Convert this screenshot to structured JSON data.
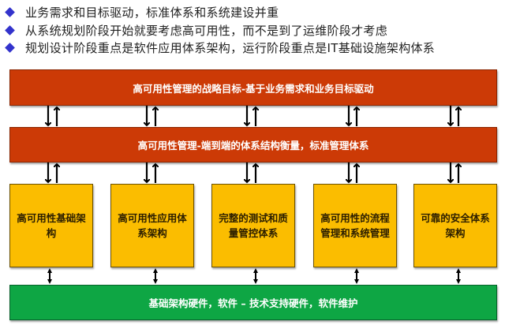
{
  "bullets": [
    {
      "icon": "diamond-bullet-icon",
      "text": "业务需求和目标驱动，标准体系和系统建设并重"
    },
    {
      "icon": "diamond-bullet-icon",
      "text": "从系统规划阶段开始就要考虑高可用性，而不是到了运维阶段才考虑"
    },
    {
      "icon": "diamond-bullet-icon",
      "text": "规划设计阶段重点是软件应用体系架构，运行阶段重点是IT基础设施架构体系"
    }
  ],
  "layers": {
    "strategy": {
      "text": "高可用性管理的战略目标-基于业务需求和业务目标驱动",
      "color": "#cc3a06"
    },
    "management": {
      "text": "高可用性管理-端到端的体系结构衡量，标准管理体系",
      "color": "#cc3a06"
    },
    "pillars": [
      {
        "text": "高可用性基础架构"
      },
      {
        "text": "高可用性应用体系架构"
      },
      {
        "text": "完整的测试和质量管控体系"
      },
      {
        "text": "高可用性的流程管理和系统管理"
      },
      {
        "text": "可靠的安全体系架构"
      }
    ],
    "pillar_color": "#fbbd00",
    "foundation": {
      "text": "基础架构硬件，软件 – 技术支持硬件，软件维护",
      "color": "#0ea644"
    }
  },
  "connectors": {
    "top_to_mid": "bidirectional-arrow-pair",
    "mid_to_pillars": "bidirectional-arrow-pair",
    "pillars_to_foundation": "double-headed-arrow"
  }
}
